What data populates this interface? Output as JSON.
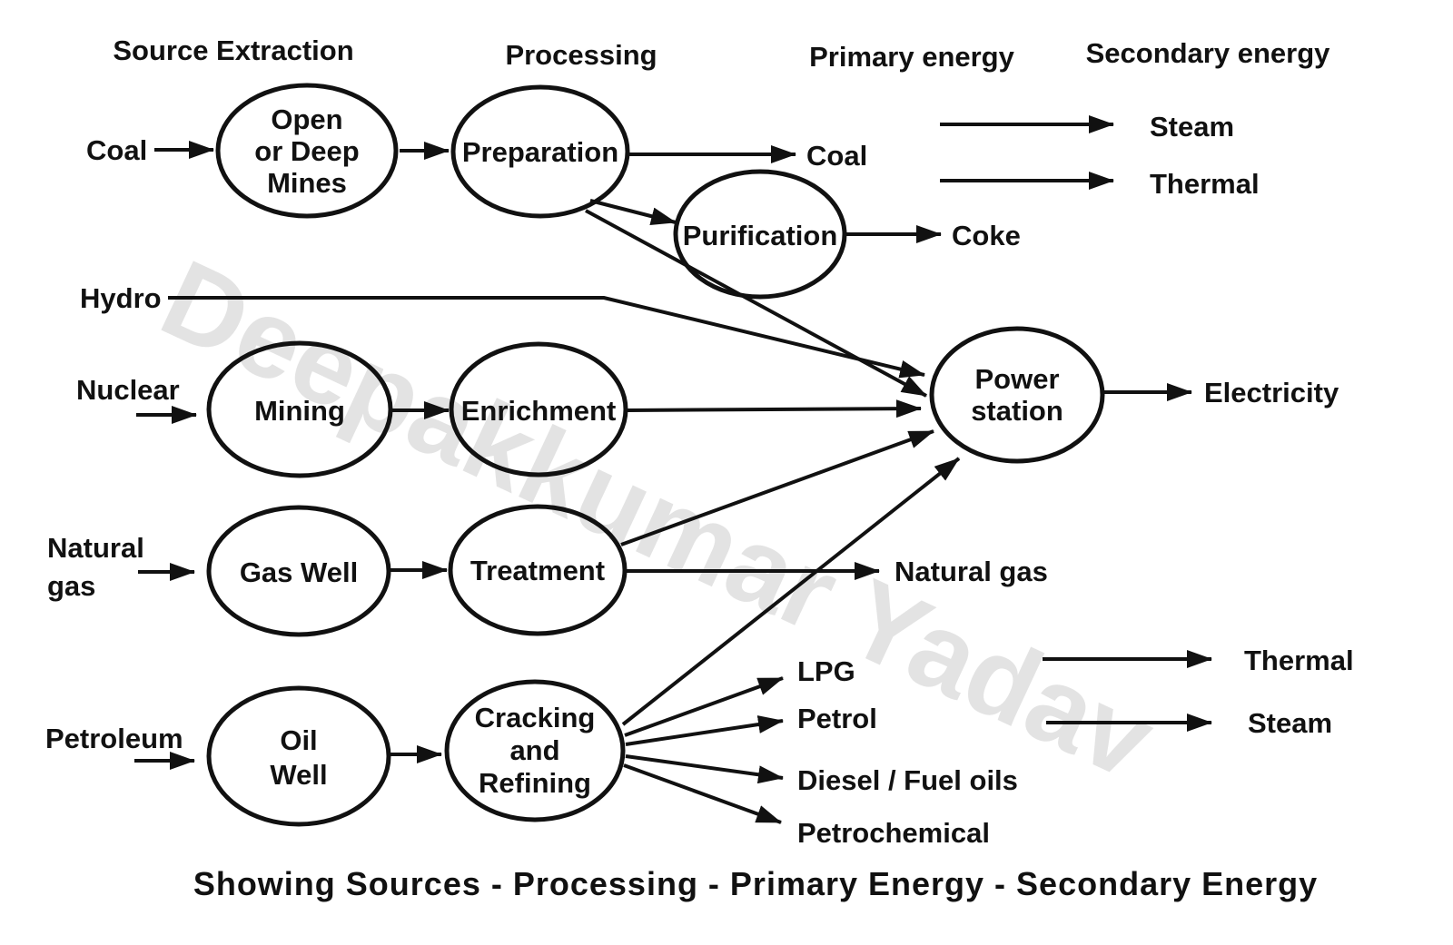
{
  "headers": {
    "source_extraction": "Source Extraction",
    "processing": "Processing",
    "primary_energy": "Primary energy",
    "secondary_energy": "Secondary energy"
  },
  "sources": {
    "coal": "Coal",
    "hydro": "Hydro",
    "nuclear": "Nuclear",
    "natural_gas": [
      "Natural",
      "gas"
    ],
    "petroleum": "Petroleum"
  },
  "nodes": {
    "mines": [
      "Open",
      "or Deep",
      "Mines"
    ],
    "preparation": [
      "Preparation"
    ],
    "purification": [
      "Purification"
    ],
    "mining": [
      "Mining"
    ],
    "enrichment": [
      "Enrichment"
    ],
    "gas_well": [
      "Gas Well"
    ],
    "treatment": [
      "Treatment"
    ],
    "oil_well": [
      "Oil",
      "Well"
    ],
    "cracking": [
      "Cracking",
      "and",
      "Refining"
    ],
    "power_station": [
      "Power",
      "station"
    ]
  },
  "outputs": {
    "coal": "Coal",
    "coke": "Coke",
    "steam_top": "Steam",
    "thermal_top": "Thermal",
    "electricity": "Electricity",
    "natural_gas": "Natural gas",
    "thermal_mid": "Thermal",
    "steam_mid": "Steam",
    "lpg": "LPG",
    "petrol": "Petrol",
    "diesel": "Diesel / Fuel oils",
    "petrochemical": "Petrochemical"
  },
  "edges": [
    {
      "from": "Coal",
      "to": "Open or Deep Mines"
    },
    {
      "from": "Open or Deep Mines",
      "to": "Preparation"
    },
    {
      "from": "Preparation",
      "to": "Coal"
    },
    {
      "from": "Preparation",
      "to": "Purification"
    },
    {
      "from": "Purification",
      "to": "Coke"
    },
    {
      "from": "Preparation",
      "to": "Power station"
    },
    {
      "from": "Hydro",
      "to": "Power station"
    },
    {
      "from": "Nuclear",
      "to": "Mining"
    },
    {
      "from": "Mining",
      "to": "Enrichment"
    },
    {
      "from": "Enrichment",
      "to": "Power station"
    },
    {
      "from": "Power station",
      "to": "Electricity"
    },
    {
      "from": "Natural gas",
      "to": "Gas Well"
    },
    {
      "from": "Gas Well",
      "to": "Treatment"
    },
    {
      "from": "Treatment",
      "to": "Natural gas"
    },
    {
      "from": "Treatment",
      "to": "Power station"
    },
    {
      "from": "Petroleum",
      "to": "Oil Well"
    },
    {
      "from": "Oil Well",
      "to": "Cracking and Refining"
    },
    {
      "from": "Cracking and Refining",
      "to": "Power station"
    },
    {
      "from": "Cracking and Refining",
      "to": "LPG"
    },
    {
      "from": "Cracking and Refining",
      "to": "Petrol"
    },
    {
      "from": "Cracking and Refining",
      "to": "Diesel / Fuel oils"
    },
    {
      "from": "Cracking and Refining",
      "to": "Petrochemical"
    }
  ],
  "caption": "Showing Sources - Processing - Primary Energy - Secondary Energy",
  "watermark": "Deepakkumar Yadav",
  "colors": {
    "ink": "#111111",
    "background": "#ffffff",
    "watermark": "#c9c9c9"
  }
}
